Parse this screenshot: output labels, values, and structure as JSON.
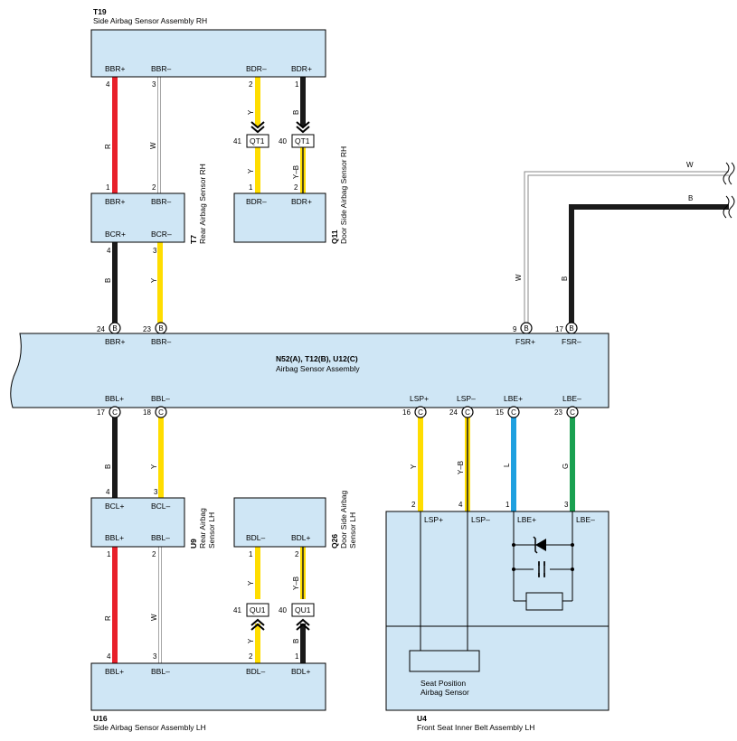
{
  "colors": {
    "component_fill": "#cfe6f5",
    "wire_R": "#e8202a",
    "wire_W": "#ffffff",
    "wire_Y": "#ffdd00",
    "wire_B": "#1a1a1a",
    "wire_L": "#1ea0e0",
    "wire_G": "#1aa050"
  },
  "components": {
    "t19": {
      "code": "T19",
      "name": "Side Airbag Sensor Assembly RH",
      "terminals": [
        "BBR+",
        "BBR–",
        "BDR–",
        "BDR+"
      ],
      "pins": [
        "4",
        "3",
        "2",
        "1"
      ]
    },
    "t7": {
      "code": "T7",
      "name": "Rear Airbag Sensor RH",
      "top_terminals": [
        "BBR+",
        "BBR–"
      ],
      "bottom_terminals": [
        "BCR+",
        "BCR–"
      ],
      "top_pins": [
        "1",
        "2"
      ],
      "bottom_pins": [
        "4",
        "3"
      ]
    },
    "q11": {
      "code": "Q11",
      "name": "Door Side Airbag Sensor RH",
      "terminals": [
        "BDR–",
        "BDR+"
      ],
      "pins": [
        "1",
        "2"
      ]
    },
    "n52": {
      "code": "N52(A), T12(B), U12(C)",
      "name": "Airbag Sensor Assembly",
      "top_terminals": [
        "BBR+",
        "BBR–",
        "FSR+",
        "FSR–"
      ],
      "top_pins": [
        "24",
        "23",
        "9",
        "17"
      ],
      "top_conn": [
        "B",
        "B",
        "B",
        "B"
      ],
      "bottom_terminals": [
        "BBL+",
        "BBL–",
        "LSP+",
        "LSP–",
        "LBE+",
        "LBE–"
      ],
      "bottom_pins": [
        "17",
        "18",
        "16",
        "24",
        "15",
        "23"
      ],
      "bottom_conn": [
        "C",
        "C",
        "C",
        "C",
        "C",
        "C"
      ]
    },
    "u9": {
      "code": "U9",
      "name_line1": "Rear Airbag",
      "name_line2": "Sensor LH",
      "top_terminals": [
        "BCL+",
        "BCL–"
      ],
      "bottom_terminals": [
        "BBL+",
        "BBL–"
      ],
      "top_pins": [
        "4",
        "3"
      ],
      "bottom_pins": [
        "1",
        "2"
      ]
    },
    "q26": {
      "code": "Q26",
      "name_line1": "Door Side Airbag",
      "name_line2": "Sensor LH",
      "terminals": [
        "BDL–",
        "BDL+"
      ],
      "pins": [
        "1",
        "2"
      ]
    },
    "u16": {
      "code": "U16",
      "name": "Side Airbag Sensor Assembly LH",
      "terminals": [
        "BBL+",
        "BBL–",
        "BDL–",
        "BDL+"
      ],
      "pins": [
        "4",
        "3",
        "2",
        "1"
      ]
    },
    "u4": {
      "code": "U4",
      "name": "Front Seat Inner Belt Assembly LH",
      "terminals": [
        "LSP+",
        "LSP–",
        "LBE+",
        "LBE–"
      ],
      "pins": [
        "2",
        "4",
        "1",
        "3"
      ],
      "sensor_line1": "Seat Position",
      "sensor_line2": "Airbag Sensor"
    }
  },
  "wires": {
    "t19_t7_left": "R",
    "t19_t7_right": "W",
    "t7_n52_left": "B",
    "t7_n52_right": "Y",
    "rh_door_left_upper": "Y",
    "rh_door_right_upper": "B",
    "rh_door_left_lower": "Y",
    "rh_door_right_lower": "Y–B",
    "fsr_plus": "W",
    "fsr_minus": "B",
    "n52_u9_left": "B",
    "n52_u9_right": "Y",
    "u9_u16_left": "R",
    "u9_u16_right": "W",
    "lh_door_left_upper": "Y",
    "lh_door_right_upper": "Y–B",
    "lh_door_left_lower": "Y",
    "lh_door_right_lower": "B",
    "lsp_plus": "Y",
    "lsp_minus": "Y–B",
    "lbe_plus": "L",
    "lbe_minus": "G"
  },
  "connectors": {
    "qt1": {
      "name": "QT1",
      "pins": [
        "41",
        "40"
      ]
    },
    "qu1": {
      "name": "QU1",
      "pins": [
        "41",
        "40"
      ]
    }
  }
}
